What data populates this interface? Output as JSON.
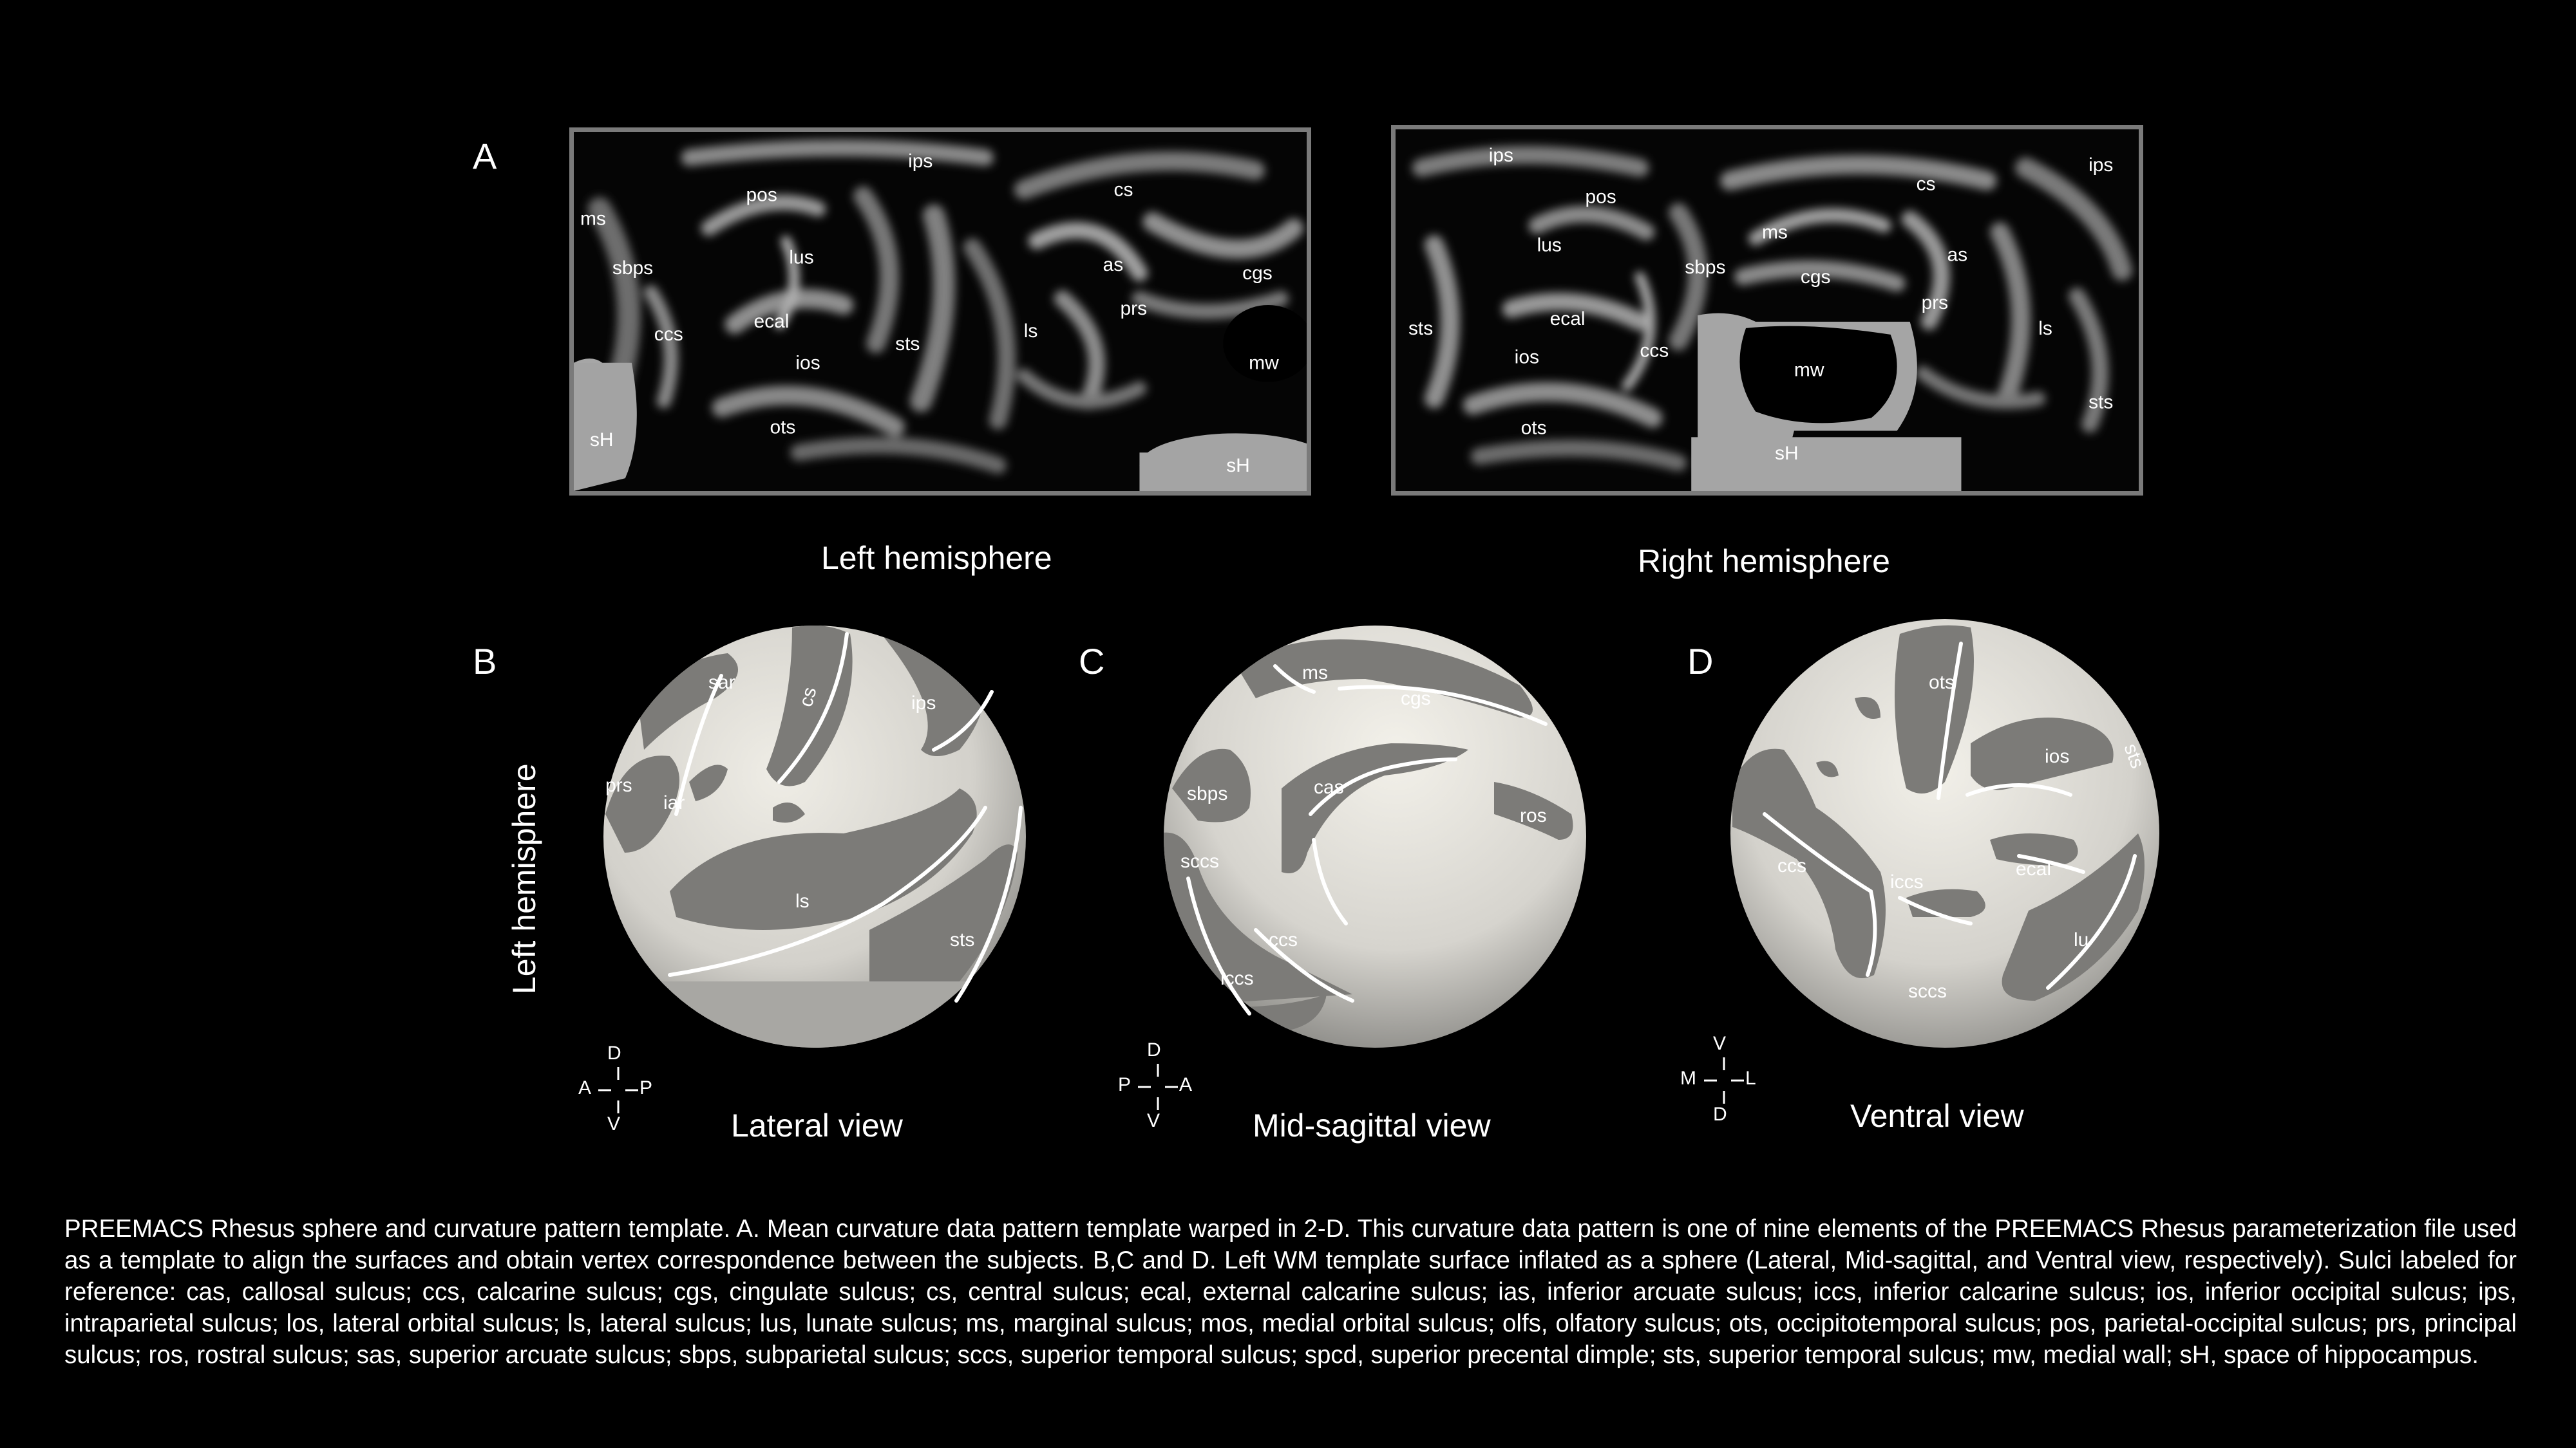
{
  "panels": {
    "a_letter": "A",
    "b_letter": "B",
    "c_letter": "C",
    "d_letter": "D"
  },
  "left_map": {
    "title": "Left hemisphere",
    "labels": [
      "ips",
      "pos",
      "ms",
      "sbps",
      "lus",
      "cs",
      "as",
      "cgs",
      "prs",
      "ccs",
      "ecal",
      "ios",
      "sts",
      "ls",
      "mw",
      "sH",
      "ots",
      "sH"
    ]
  },
  "right_map": {
    "title": "Right hemisphere",
    "labels": [
      "ips",
      "pos",
      "cs",
      "ips",
      "ms",
      "lus",
      "sbps",
      "cgs",
      "as",
      "prs",
      "sts",
      "ecal",
      "ios",
      "ccs",
      "mw",
      "ls",
      "sts",
      "ots",
      "sH"
    ]
  },
  "side_label": "Left hemisphere",
  "lateral": {
    "title": "Lateral view",
    "labels": [
      "sar",
      "cs",
      "ips",
      "prs",
      "iar",
      "ls",
      "sts"
    ],
    "orientation": {
      "top": "D",
      "left": "A",
      "right": "P",
      "bottom": "V"
    }
  },
  "midsagittal": {
    "title": "Mid-sagittal view",
    "labels": [
      "ms",
      "cgs",
      "sbps",
      "cas",
      "ros",
      "sccs",
      "ccs",
      "iccs"
    ],
    "orientation": {
      "top": "D",
      "left": "P",
      "right": "A",
      "bottom": "V"
    }
  },
  "ventral": {
    "title": "Ventral view",
    "labels": [
      "ots",
      "sts",
      "ios",
      "ccs",
      "iccs",
      "ecal",
      "lu",
      "sccs"
    ],
    "orientation": {
      "top": "V",
      "left": "M",
      "right": "L",
      "bottom": "D"
    }
  },
  "caption": "PREEMACS Rhesus sphere and curvature pattern template. A. Mean curvature data pattern template warped in 2-D. This curvature data pattern is one of nine elements of the PREEMACS Rhesus parameterization file used as a template to align the surfaces and obtain vertex correspondence between the subjects. B,C and D. Left WM template surface inflated as a sphere (Lateral, Mid-sagittal, and Ventral view, respectively). Sulci  labeled for reference: cas, callosal sulcus; ccs, calcarine sulcus; cgs, cingulate sulcus; cs, central sulcus; ecal, external calcarine sulcus; ias, inferior arcuate sulcus; iccs, inferior calcarine sulcus; ios, inferior occipital sulcus; ips, intraparietal sulcus; los, lateral orbital sulcus; ls, lateral sulcus; lus, lunate sulcus; ms, marginal sulcus; mos, medial orbital sulcus; olfs, olfatory sulcus; ots, occipitotemporal sulcus; pos, parietal-occipital sulcus; prs, principal sulcus; ros, rostral sulcus; sas, superior arcuate sulcus; sbps, subparietal sulcus; sccs, superior temporal sulcus; spcd, superior precental dimple; sts, superior temporal sulcus; mw, medial wall; sH, space of hippocampus."
}
